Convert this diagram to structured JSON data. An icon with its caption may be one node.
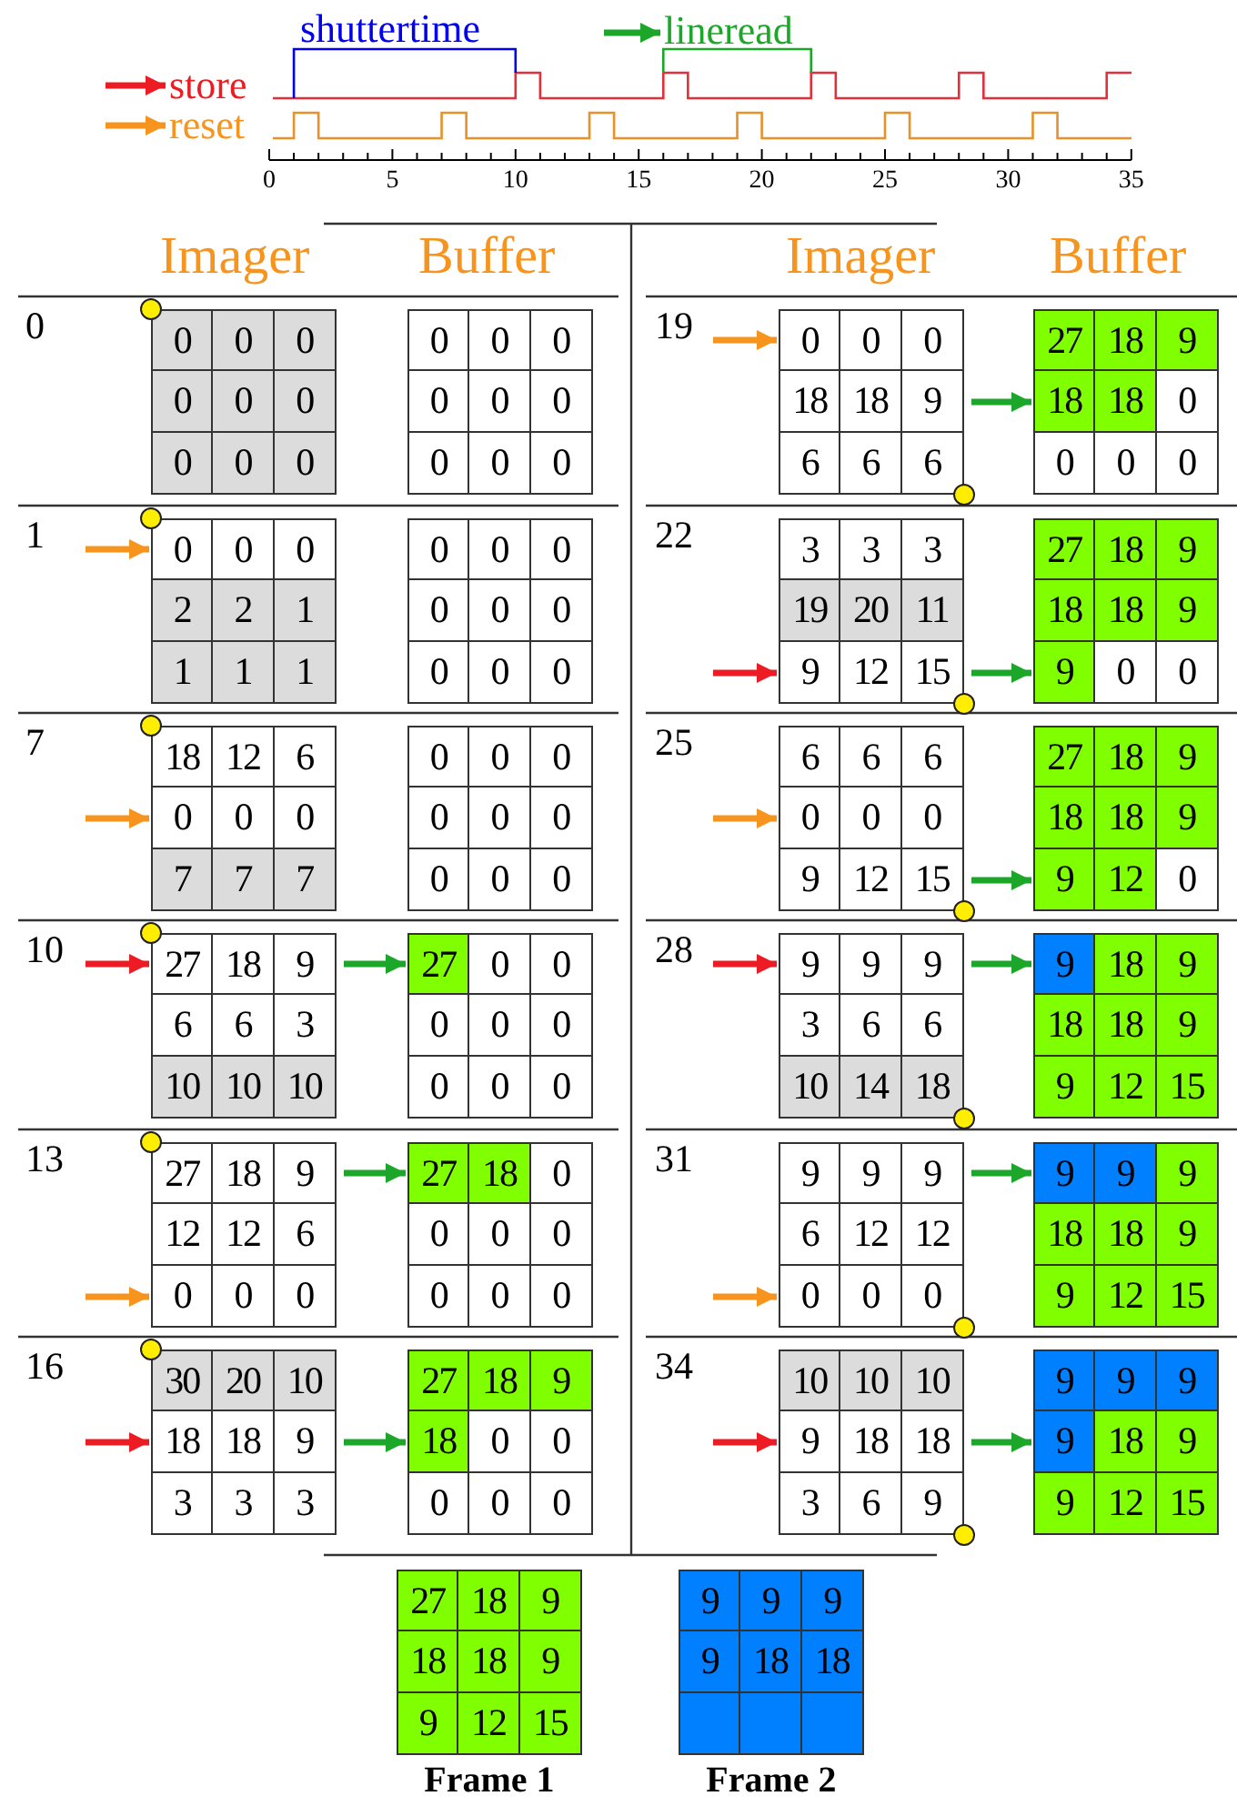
{
  "diagram": {
    "nodes": [
      {
        "text": [
          "0",
          "0",
          "0",
          "0",
          "0",
          "0",
          "0",
          "0",
          "0"
        ],
        "beside": [
          "0"
        ]
      },
      {
        "text": [
          "0",
          "0",
          "0",
          "0",
          "0",
          "0",
          "0",
          "0",
          "0"
        ]
      },
      {
        "text": [
          "0",
          "0",
          "0",
          "2",
          "2",
          "1",
          "1",
          "1",
          "1"
        ],
        "beside": [
          "1"
        ]
      },
      {
        "text": [
          "0",
          "0",
          "0",
          "0",
          "0",
          "0",
          "0",
          "0",
          "0"
        ]
      },
      {
        "text": [
          "18",
          "12",
          "6",
          "0",
          "0",
          "0",
          "7",
          "7",
          "7"
        ],
        "beside": [
          "7"
        ]
      },
      {
        "text": [
          "0",
          "0",
          "0",
          "0",
          "0",
          "0",
          "0",
          "0",
          "0"
        ]
      },
      {
        "text": [
          "27",
          "18",
          "9",
          "6",
          "6",
          "3",
          "10",
          "10",
          "10"
        ],
        "beside": [
          "10"
        ]
      },
      {
        "text": [
          "27",
          "0",
          "0",
          "0",
          "0",
          "0",
          "0",
          "0",
          "0"
        ]
      },
      {
        "text": [
          "27",
          "18",
          "9",
          "12",
          "12",
          "6",
          "0",
          "0",
          "0"
        ],
        "beside": [
          "13"
        ]
      },
      {
        "text": [
          "27",
          "18",
          "0",
          "0",
          "0",
          "0",
          "0",
          "0",
          "0"
        ]
      },
      {
        "text": [
          "30",
          "20",
          "10",
          "18",
          "18",
          "9",
          "3",
          "3",
          "3"
        ],
        "beside": [
          "16"
        ]
      },
      {
        "text": [
          "27",
          "18",
          "9",
          "18",
          "0",
          "0",
          "0",
          "0",
          "0"
        ]
      },
      {
        "text": [
          "0",
          "0",
          "0",
          "18",
          "18",
          "9",
          "6",
          "6",
          "6"
        ],
        "beside": [
          "19"
        ]
      },
      {
        "text": [
          "27",
          "18",
          "9",
          "18",
          "18",
          "0",
          "0",
          "0",
          "0"
        ]
      },
      {
        "text": [
          "3",
          "3",
          "3",
          "19",
          "20",
          "11",
          "9",
          "12",
          "15"
        ],
        "beside": [
          "22"
        ]
      },
      {
        "text": [
          "27",
          "18",
          "9",
          "18",
          "18",
          "9",
          "9",
          "0",
          "0"
        ]
      },
      {
        "text": [
          "6",
          "6",
          "6",
          "0",
          "0",
          "0",
          "9",
          "12",
          "15"
        ],
        "beside": [
          "25"
        ]
      },
      {
        "text": [
          "27",
          "18",
          "9",
          "18",
          "18",
          "9",
          "9",
          "12",
          "0"
        ]
      },
      {
        "text": [
          "9",
          "9",
          "9",
          "3",
          "6",
          "6",
          "10",
          "14",
          "18"
        ],
        "beside": [
          "28"
        ]
      },
      {
        "text": [
          "9",
          "18",
          "9",
          "18",
          "18",
          "9",
          "9",
          "12",
          "15"
        ]
      },
      {
        "text": [
          "9",
          "9",
          "9",
          "6",
          "12",
          "12",
          "0",
          "0",
          "0"
        ],
        "beside": [
          "31"
        ]
      },
      {
        "text": [
          "9",
          "9",
          "9",
          "18",
          "18",
          "9",
          "9",
          "12",
          "15"
        ]
      },
      {
        "text": [
          "10",
          "10",
          "10",
          "9",
          "18",
          "18",
          "3",
          "6",
          "9"
        ],
        "beside": [
          "34"
        ]
      },
      {
        "text": [
          "9",
          "9",
          "9",
          "9",
          "18",
          "9",
          "9",
          "12",
          "15"
        ]
      },
      {
        "text": [
          "27",
          "18",
          "9",
          "18",
          "18",
          "9",
          "9",
          "12",
          "15"
        ],
        "beside": [
          "Frame 1"
        ]
      },
      {
        "text": [
          "9",
          "9",
          "9",
          "9",
          "18",
          "18"
        ],
        "beside": [
          "Frame 2"
        ]
      }
    ],
    "edges": [
      {
        "from": null,
        "to": 2,
        "arrow": "to",
        "color": "#f7941d"
      },
      {
        "from": null,
        "to": 4,
        "arrow": "to",
        "color": "#f7941d"
      },
      {
        "from": null,
        "to": 6,
        "arrow": "to",
        "color": "#ed1c24"
      },
      {
        "from": 6,
        "to": 7,
        "arrow": "to"
      },
      {
        "from": 8,
        "to": 9,
        "arrow": "to"
      },
      {
        "from": null,
        "to": 8,
        "arrow": "to",
        "color": "#f7941d"
      },
      {
        "from": null,
        "to": 10,
        "arrow": "to",
        "color": "#ed1c24"
      },
      {
        "from": 10,
        "to": 11,
        "arrow": "to"
      },
      {
        "from": null,
        "to": 12,
        "arrow": "to",
        "color": "#f7941d"
      },
      {
        "from": 12,
        "to": 13,
        "arrow": "to"
      },
      {
        "from": null,
        "to": 14,
        "arrow": "to",
        "color": "#ed1c24"
      },
      {
        "from": 14,
        "to": 15,
        "arrow": "to"
      },
      {
        "from": null,
        "to": 16,
        "arrow": "to",
        "color": "#f7941d"
      },
      {
        "from": 16,
        "to": 17,
        "arrow": "to"
      },
      {
        "from": null,
        "to": 18,
        "arrow": "to",
        "color": "#ed1c24"
      },
      {
        "from": 18,
        "to": 19,
        "arrow": "to"
      },
      {
        "from": 20,
        "to": 21,
        "arrow": "to"
      },
      {
        "from": null,
        "to": 20,
        "arrow": "to",
        "color": "#f7941d"
      },
      {
        "from": null,
        "to": 22,
        "arrow": "to",
        "color": "#ed1c24"
      },
      {
        "from": 22,
        "to": 23,
        "arrow": "to"
      }
    ],
    "labels": [
      "shuttertime",
      "0",
      "5",
      "10",
      "15",
      "20",
      "25",
      "30",
      "35",
      "Imager",
      "Buffer",
      "Imager",
      "Buffer"
    ],
    "legend": [
      {
        "text": "lineread"
      },
      {
        "text": "store"
      },
      {
        "text": "reset"
      }
    ]
  }
}
